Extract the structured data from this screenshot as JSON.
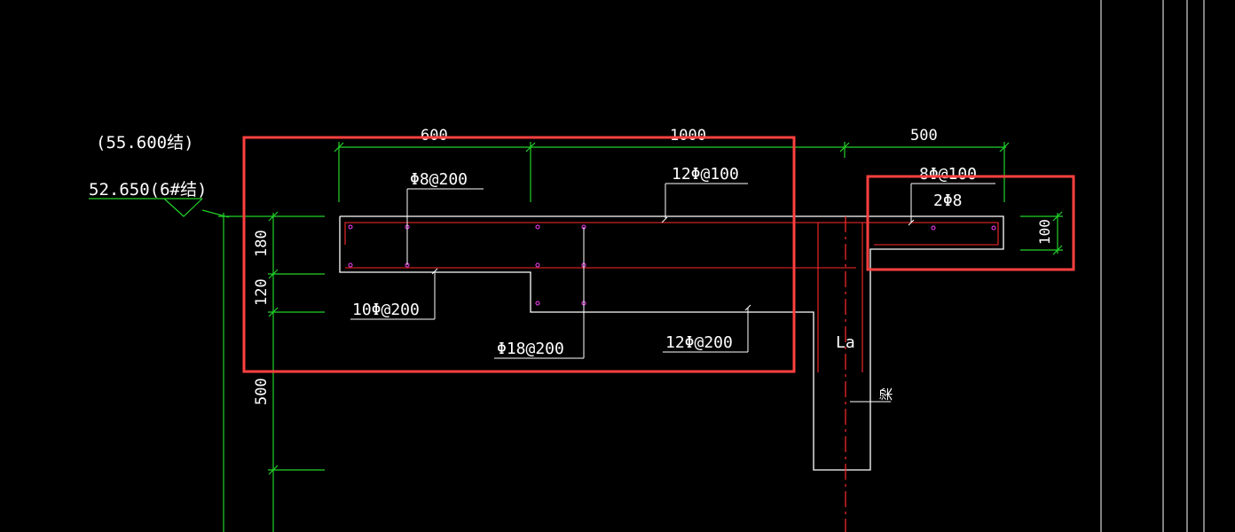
{
  "elevations": {
    "upper": "(55.600结)",
    "lower": "52.650(6#结)"
  },
  "dimensions": {
    "top_600": "600",
    "top_1000": "1000",
    "top_500": "500",
    "left_180": "180",
    "left_120": "120",
    "left_500": "500",
    "right_100": "100"
  },
  "rebar_labels": {
    "phi8_200": "Φ8@200",
    "phi10_100": "12Φ@100",
    "phi10_200_left": "10Φ@200",
    "phi18_200": "Φ18@200",
    "phi12_200": "12Φ@200",
    "phi8_100": "8Φ@100",
    "two_phi8": "2Φ8"
  },
  "annotations": {
    "la": "La",
    "beam": "梁"
  },
  "colors": {
    "dimension": "#22d22a",
    "outline": "#ffffff",
    "rebar": "#ff2a2a",
    "highlight": "#ff4040",
    "stirrup_dot": "#ff40ff"
  }
}
